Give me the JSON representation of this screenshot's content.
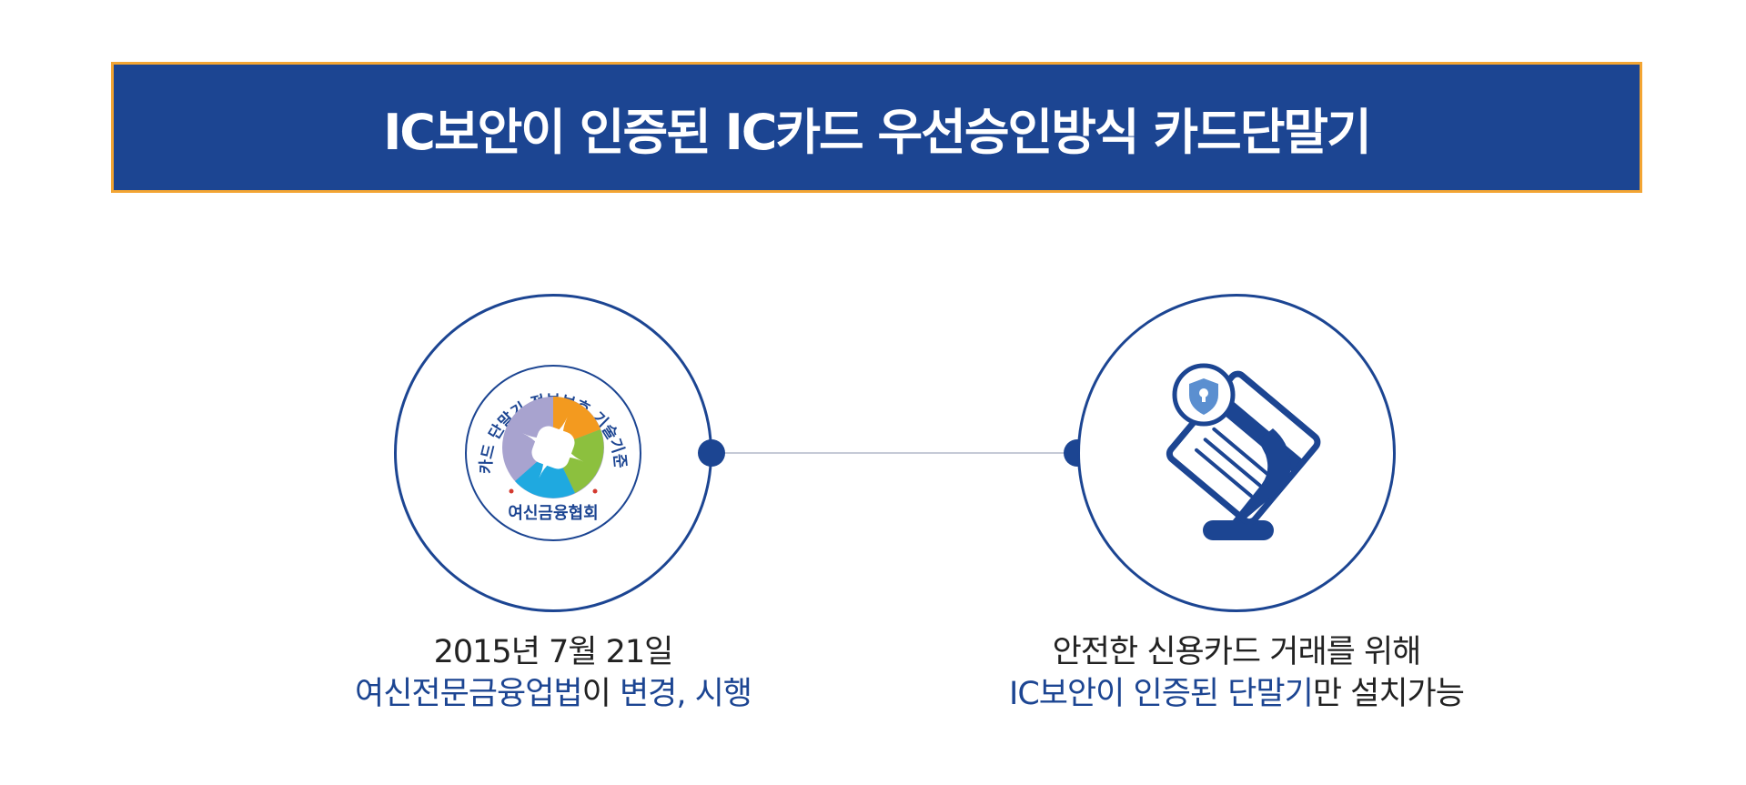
{
  "banner": {
    "title": "IC보안이 인증된 IC카드 우선승인방식 카드단말기"
  },
  "colors": {
    "primary_blue": "#1c4592",
    "banner_border": "#f3a533",
    "connector": "#c5cad6",
    "text_dark": "#222222",
    "shield_blue": "#5b8fd0"
  },
  "left_item": {
    "seal": {
      "ring_text": "신용카드 단말기 정보보호 기술기준 인증",
      "org_name": "여신금융협회"
    },
    "caption_line1": "2015년 7월 21일",
    "caption_line2_part1": "여신전문금융업법",
    "caption_line2_part2": "이 ",
    "caption_line2_part3": "변경, 시행"
  },
  "right_item": {
    "icon": "card-terminal-shield-icon",
    "caption_line1": "안전한 신용카드 거래를 위해",
    "caption_line2_part1": "IC보안이 인증된 단말기",
    "caption_line2_part2": "만 설치가능"
  }
}
